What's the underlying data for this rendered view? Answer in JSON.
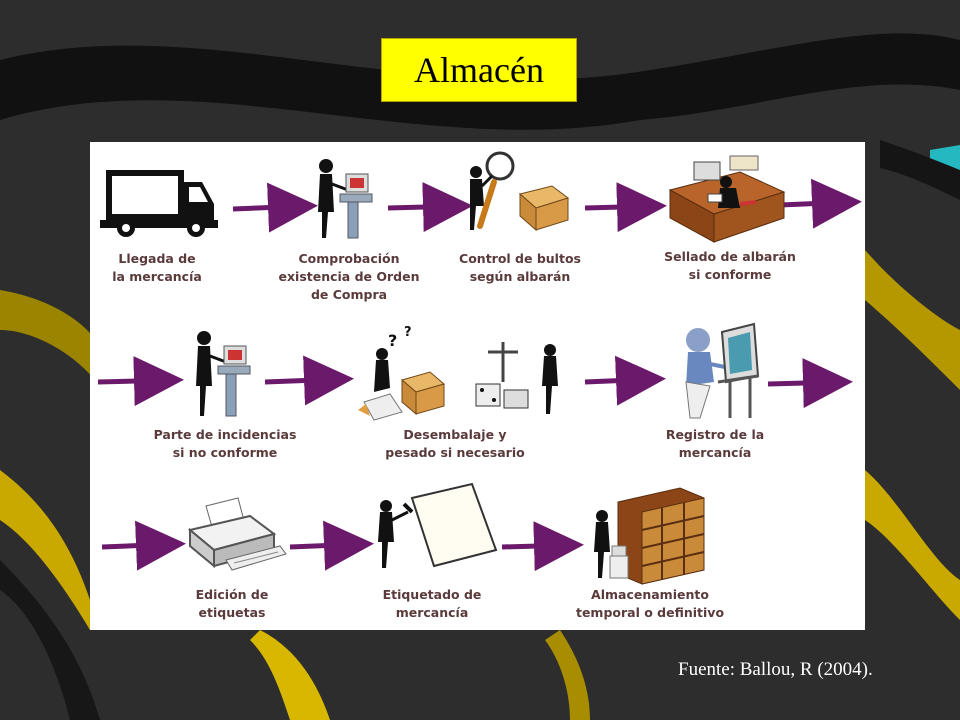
{
  "slide": {
    "title": "Almacén",
    "credit": "Fuente: Ballou, R (2004)."
  },
  "diagram": {
    "steps": [
      {
        "label": "Llegada de\nla mercancía",
        "icon": "truck-icon"
      },
      {
        "label": "Comprobación\nexistencia de Orden\nde Compra",
        "icon": "computer-worker-icon"
      },
      {
        "label": "Control de bultos\nsegún albarán",
        "icon": "magnifier-box-icon"
      },
      {
        "label": "Sellado de albarán\nsi conforme",
        "icon": "desk-office-icon"
      },
      {
        "label": "Parte de incidencias\nsi no conforme",
        "icon": "computer-worker-icon"
      },
      {
        "label": "Desembalaje y\npesado si necesario",
        "icon": "unpacking-scale-icon"
      },
      {
        "label": "Registro de la\nmercancía",
        "icon": "computer-operator-icon"
      },
      {
        "label": "Edición de\netiquetas",
        "icon": "printer-icon"
      },
      {
        "label": "Etiquetado de\nmercancía",
        "icon": "labeling-icon"
      },
      {
        "label": "Almacenamiento\ntemporal o definitivo",
        "icon": "shelving-icon"
      }
    ]
  },
  "colors": {
    "title_bg": "#ffff00",
    "arrow": "#6b1a6b",
    "accent_yellow": "#d4b100",
    "label_text": "#5a3a3a"
  }
}
